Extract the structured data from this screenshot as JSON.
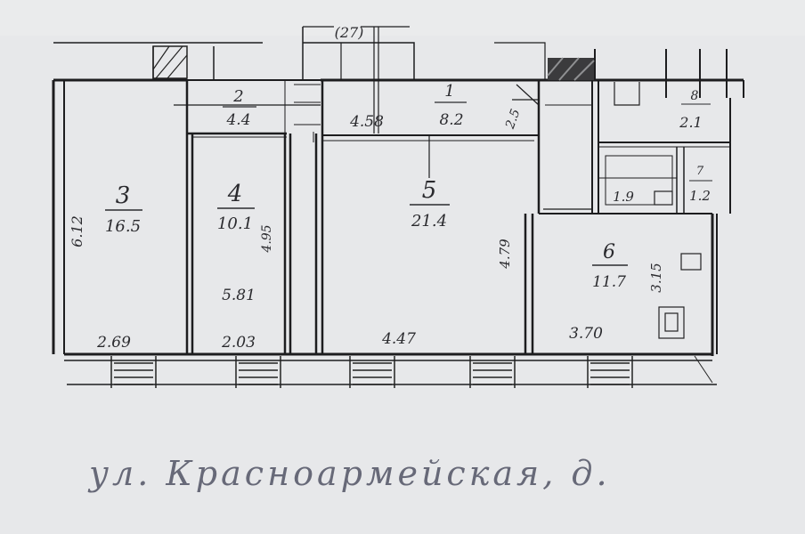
{
  "rooms": [
    {
      "number": "3",
      "area": "16.5",
      "side_dim": "6.12",
      "bottom_dim": "2.69"
    },
    {
      "number": "4",
      "area": "10.1",
      "side_dim": "4.95",
      "bottom_dim": "2.03",
      "inner_dim": "5.81"
    },
    {
      "number": "2",
      "area": "4.4"
    },
    {
      "number": "1",
      "area": "8.2",
      "top_dim": "4.58",
      "side_dim": "2.5"
    },
    {
      "number": "5",
      "area": "21.4",
      "side_dim": "4.79",
      "bottom_dim": "4.47"
    },
    {
      "number": "6",
      "area": "11.7",
      "side_dim": "3.15",
      "bottom_dim": "3.70"
    },
    {
      "number": "8",
      "area": "2.1"
    },
    {
      "number": "7",
      "area": "1.2",
      "small_dim": "1.9"
    }
  ],
  "top_mark": "(27)",
  "street_text": "ул. Красноармейская, д."
}
